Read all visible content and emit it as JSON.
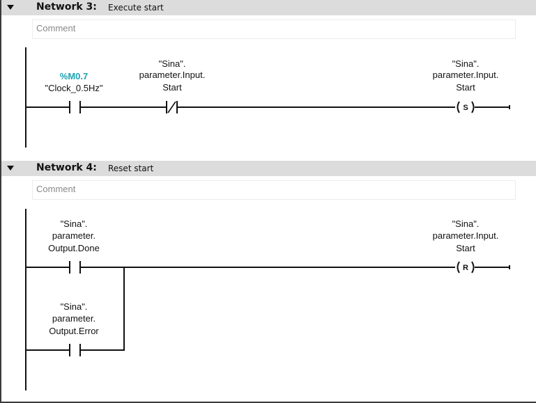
{
  "networks": [
    {
      "label": "Network 3:",
      "name": "Execute start",
      "comment_placeholder": "Comment",
      "contacts": [
        {
          "address": "%M0.7",
          "tag_lines": [
            "\"Clock_0.5Hz\""
          ],
          "type": "NO"
        },
        {
          "tag_lines": [
            "\"Sina\".",
            "parameter.Input.",
            "Start"
          ],
          "type": "NC"
        }
      ],
      "coil": {
        "tag_lines": [
          "\"Sina\".",
          "parameter.Input.",
          "Start"
        ],
        "letter": "S"
      }
    },
    {
      "label": "Network 4:",
      "name": "Reset start",
      "comment_placeholder": "Comment",
      "contacts": [
        {
          "tag_lines": [
            "\"Sina\".",
            "parameter.",
            "Output.Done"
          ],
          "type": "NO"
        },
        {
          "tag_lines": [
            "\"Sina\".",
            "parameter.",
            "Output.Error"
          ],
          "type": "NO"
        }
      ],
      "coil": {
        "tag_lines": [
          "\"Sina\".",
          "parameter.Input.",
          "Start"
        ],
        "letter": "R"
      }
    }
  ],
  "colors": {
    "header_bg": "#dcdcdc",
    "address": "#1ba3b0",
    "line": "#111111",
    "comment": "#888888"
  }
}
